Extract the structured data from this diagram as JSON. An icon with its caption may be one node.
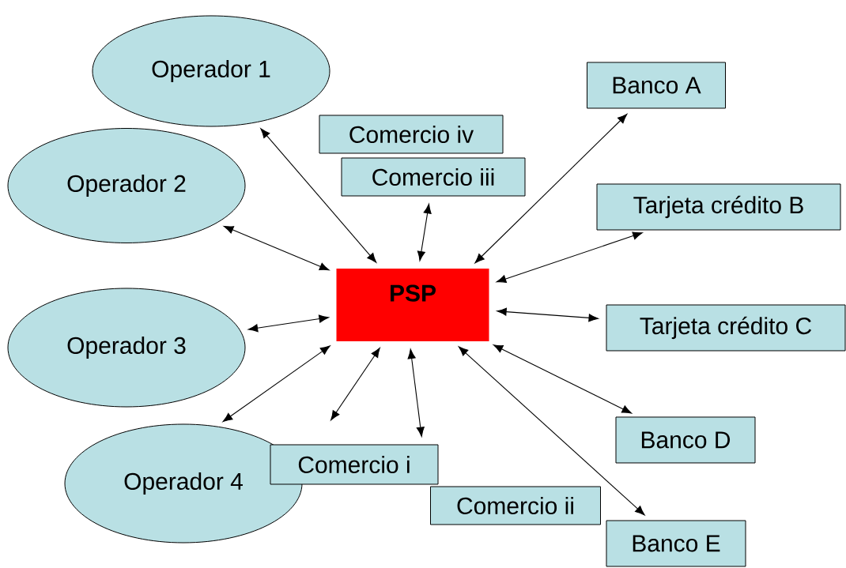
{
  "diagram": {
    "nodes": [
      {
        "text": [
          "Operador 1"
        ]
      },
      {
        "text": [
          "Operador 2"
        ]
      },
      {
        "text": [
          "Operador 3"
        ]
      },
      {
        "text": [
          "Operador 4"
        ]
      },
      {
        "text": [
          "Comercio iv"
        ]
      },
      {
        "text": [
          "Comercio iii"
        ]
      },
      {
        "text": [
          "Banco A"
        ]
      },
      {
        "text": [
          "Tarjeta crédito B"
        ]
      },
      {
        "text": [
          "PSP"
        ]
      },
      {
        "text": [
          "Tarjeta crédito C"
        ]
      },
      {
        "text": [
          "Banco D"
        ]
      },
      {
        "text": [
          "Comercio i"
        ]
      },
      {
        "text": [
          "Comercio ii"
        ]
      },
      {
        "text": [
          "Banco E"
        ]
      }
    ],
    "edges": [
      {
        "from": 0,
        "to": 8,
        "arrow": "both"
      },
      {
        "from": 1,
        "to": 8,
        "arrow": "both"
      },
      {
        "from": 2,
        "to": 8,
        "arrow": "both"
      },
      {
        "from": 3,
        "to": 8,
        "arrow": "both"
      },
      {
        "from": 5,
        "to": 8,
        "arrow": "both"
      },
      {
        "from": 6,
        "to": 8,
        "arrow": "both"
      },
      {
        "from": 7,
        "to": 8,
        "arrow": "both"
      },
      {
        "from": 8,
        "to": 9,
        "arrow": "both"
      },
      {
        "from": 8,
        "to": 10,
        "arrow": "both"
      },
      {
        "from": 8,
        "to": 13,
        "arrow": "both"
      },
      {
        "from": 8,
        "to": 11,
        "arrow": "both"
      },
      {
        "from": 8,
        "to": null,
        "arrow": "both"
      }
    ]
  }
}
